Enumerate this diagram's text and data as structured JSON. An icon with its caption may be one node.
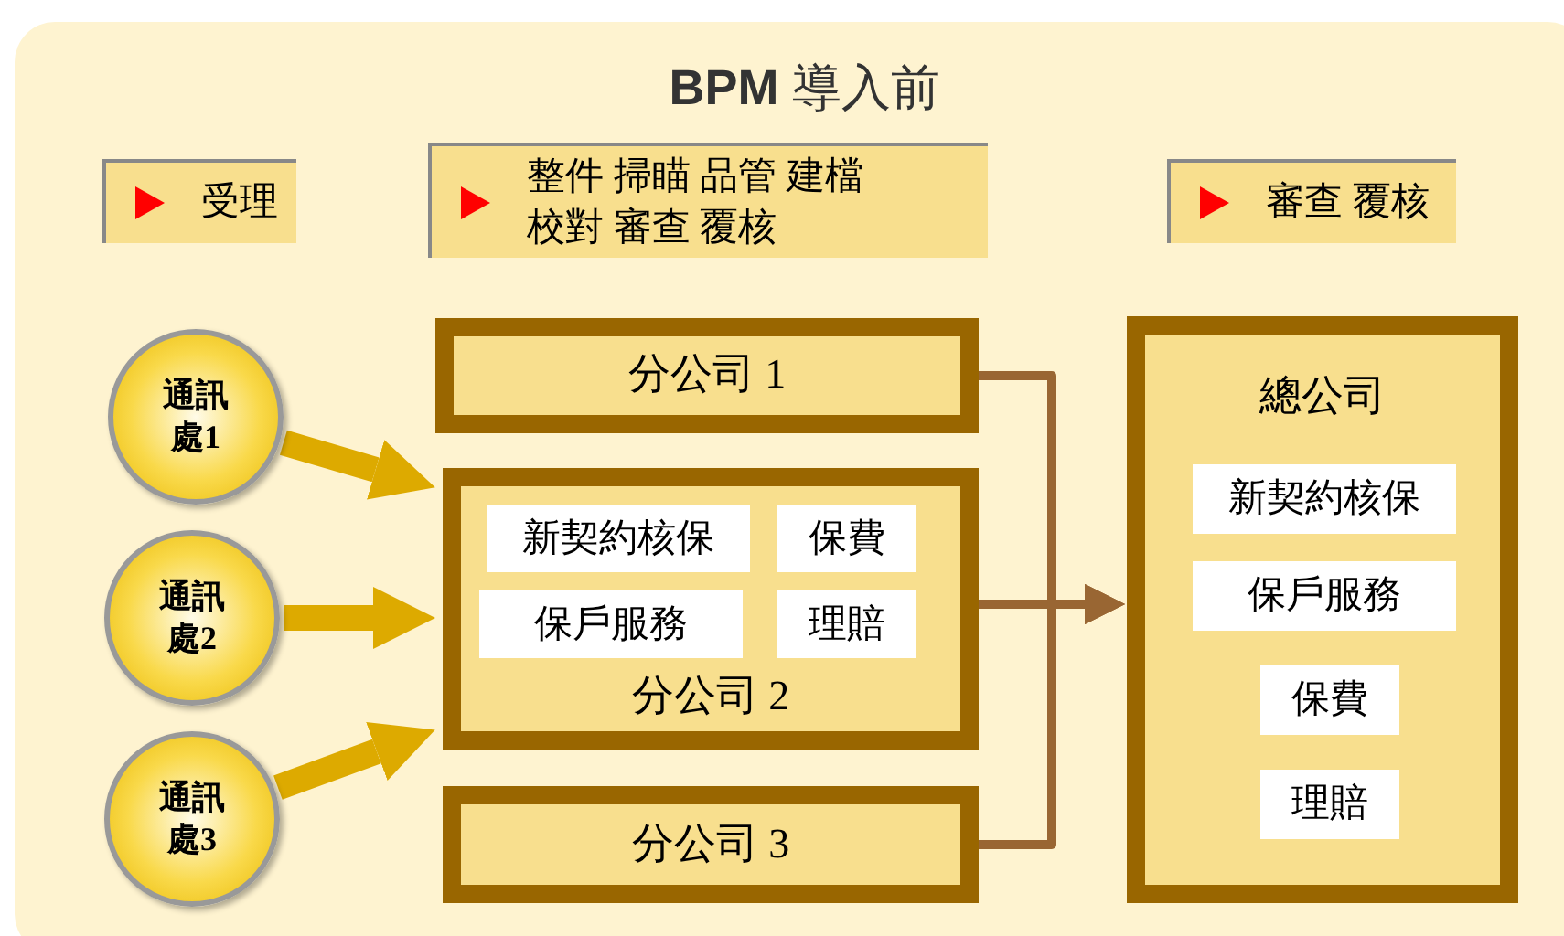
{
  "diagram": {
    "title": "**BPM** 導入前",
    "nodes": [
      {
        "text": [
          "受理"
        ]
      },
      {
        "text": [
          "整件 掃瞄 品管 建檔校對 審查 覆核"
        ]
      },
      {
        "text": [
          "審查 覆核"
        ]
      },
      {
        "text": [
          "通訊處1"
        ]
      },
      {
        "text": [
          "通訊處2"
        ]
      },
      {
        "text": [
          "通訊處3"
        ]
      },
      {
        "text": [
          "分公司 1"
        ]
      },
      {
        "text": [
          "分公司 2"
        ]
      },
      {
        "text": [
          "新契約核保"
        ],
        "in": 7
      },
      {
        "text": [
          "保費"
        ],
        "in": 7
      },
      {
        "text": [
          "保戶服務"
        ],
        "in": 7
      },
      {
        "text": [
          "理賠"
        ],
        "in": 7
      },
      {
        "text": [
          "分公司 3"
        ]
      },
      {
        "text": [
          "總公司"
        ]
      },
      {
        "text": [
          "新契約核保"
        ],
        "in": 13
      },
      {
        "text": [
          "保戶服務"
        ],
        "in": 13
      },
      {
        "text": [
          "保費"
        ],
        "in": 13
      },
      {
        "text": [
          "理賠"
        ],
        "in": 13
      }
    ],
    "edges": [
      {
        "from": 3,
        "to": 7,
        "arrow": "to",
        "style": "thick",
        "color": "#ddaa00"
      },
      {
        "from": 4,
        "to": 7,
        "arrow": "to",
        "style": "thick",
        "color": "#ddaa00"
      },
      {
        "from": 5,
        "to": 7,
        "arrow": "to",
        "style": "thick",
        "color": "#ddaa00"
      },
      {
        "from": 6,
        "to": 13,
        "arrow": "to",
        "color": "#996633"
      },
      {
        "from": 7,
        "to": 13,
        "arrow": "to",
        "color": "#996633"
      },
      {
        "from": 12,
        "to": 13,
        "arrow": "to",
        "color": "#996633"
      }
    ]
  }
}
